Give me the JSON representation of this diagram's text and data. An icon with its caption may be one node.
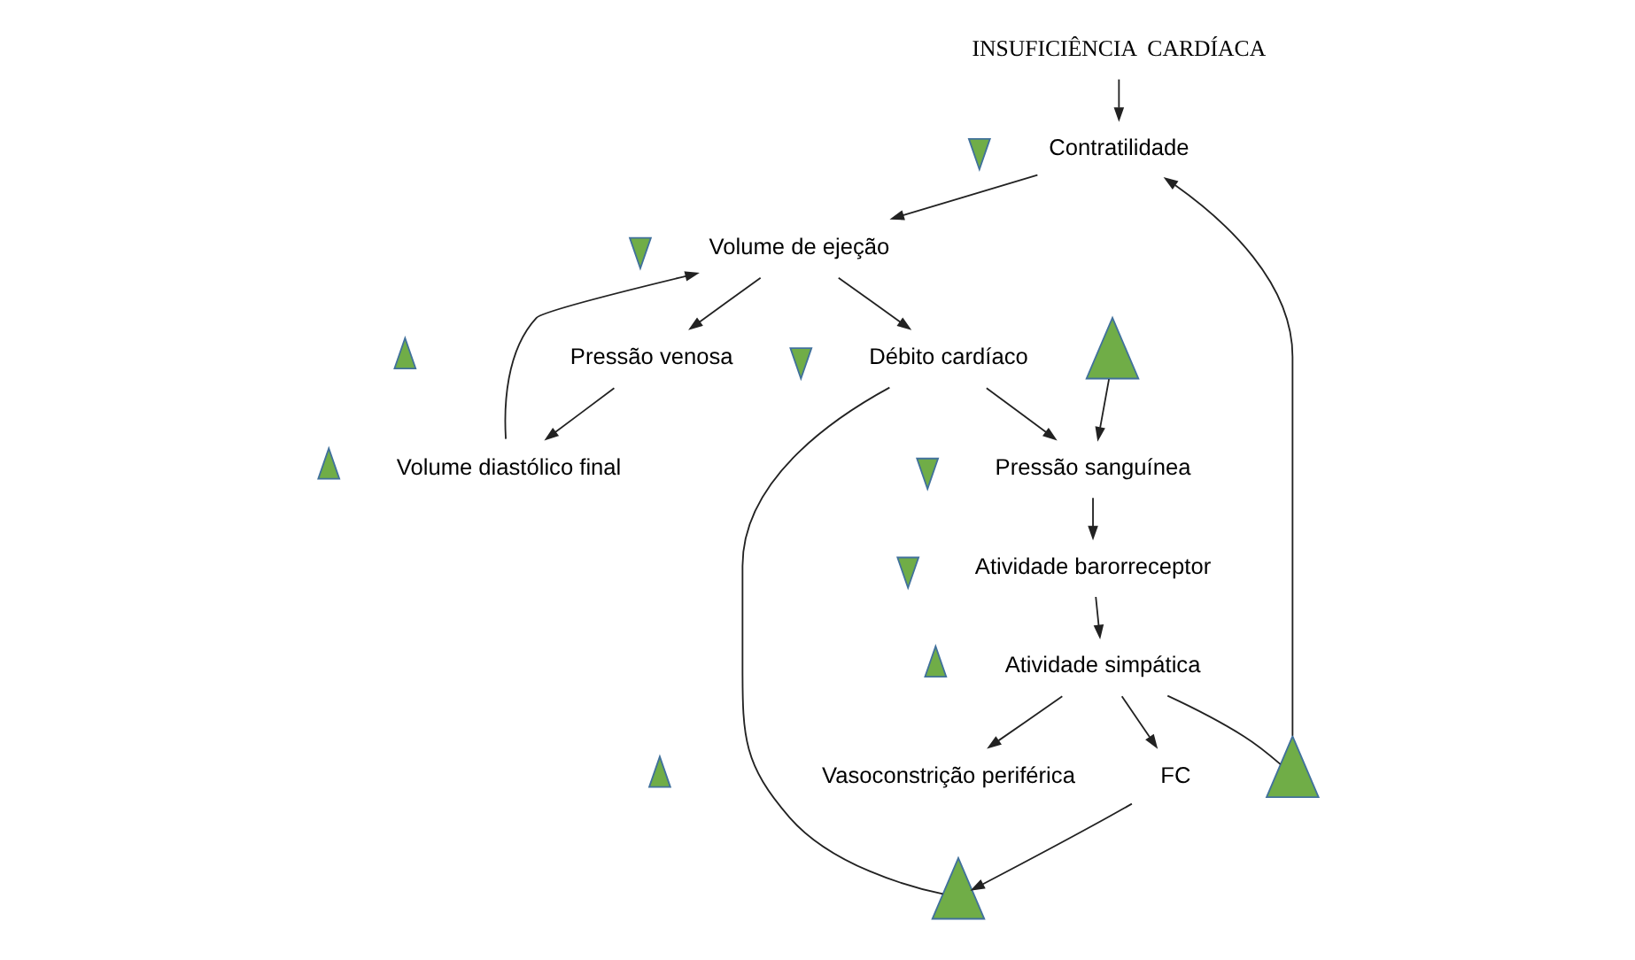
{
  "diagram": {
    "nodes": [
      {
        "text": [
          "INSUFICIÊNCIA  CARDÍACA"
        ]
      },
      {
        "text": [
          "Contratilidade"
        ]
      },
      {
        "text": [
          "Volume diastólico final"
        ]
      },
      {
        "text": [
          "Volume de ejeção"
        ]
      },
      {
        "text": [
          "Pressão venosa"
        ]
      },
      {
        "text": [
          "Débito cardíaco"
        ]
      },
      {
        "text": [
          "Pressão sanguínea"
        ]
      },
      {
        "text": [
          "Vasoconstrição periférica"
        ]
      },
      {
        "text": [
          "Atividade barorreceptor"
        ]
      },
      {
        "text": [
          "FC"
        ]
      },
      {
        "text": [
          "Atividade simpática"
        ]
      },
      {
        "text": [],
        "shape": "up-arrow"
      },
      {
        "text": [],
        "shape": "up-arrow"
      },
      {
        "text": [],
        "shape": "up-arrow"
      },
      {
        "text": [],
        "shape": "down-arrow"
      },
      {
        "text": [],
        "shape": "up-arrow"
      },
      {
        "text": [],
        "shape": "up-arrow"
      },
      {
        "text": [],
        "shape": "down-arrow"
      },
      {
        "text": [],
        "shape": "down-arrow"
      },
      {
        "text": [],
        "shape": "down-arrow"
      },
      {
        "text": [],
        "shape": "up-arrow"
      },
      {
        "text": [],
        "shape": "down-arrow"
      },
      {
        "text": [],
        "shape": "up-arrow"
      }
    ],
    "edges": [
      {
        "from": 0,
        "to": 1,
        "arrow": "to"
      },
      {
        "from": 1,
        "to": 3,
        "arrow": "to"
      },
      {
        "from": 2,
        "to": 3,
        "arrow": "to"
      },
      {
        "from": 4,
        "to": 2,
        "arrow": "to"
      },
      {
        "from": 3,
        "to": 5,
        "arrow": "to"
      },
      {
        "from": 3,
        "to": 4,
        "arrow": "to"
      },
      {
        "from": 5,
        "to": 6,
        "arrow": "to"
      },
      {
        "from": 6,
        "to": 8,
        "arrow": "to"
      },
      {
        "from": 8,
        "to": 10,
        "arrow": "to"
      },
      {
        "from": 10,
        "to": 7,
        "arrow": "to"
      },
      {
        "from": 10,
        "to": 9,
        "arrow": "to"
      },
      {
        "from": 10,
        "to": 12,
        "arrow": "none"
      },
      {
        "from": 12,
        "to": 1,
        "arrow": "to"
      },
      {
        "from": 5,
        "to": 11,
        "arrow": "none"
      },
      {
        "from": 9,
        "to": 11,
        "arrow": "to"
      },
      {
        "from": 13,
        "to": 6,
        "arrow": "to"
      }
    ]
  }
}
